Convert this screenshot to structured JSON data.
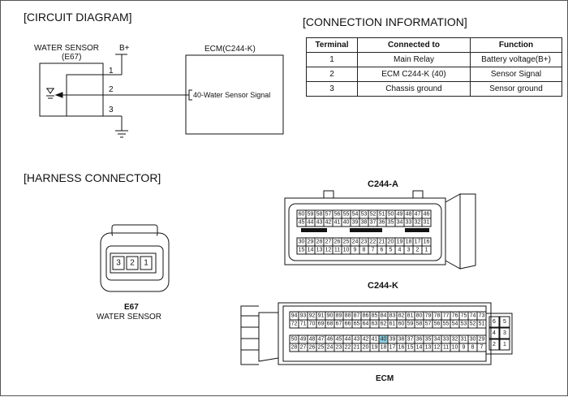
{
  "circuit": {
    "title": "[CIRCUIT DIAGRAM]",
    "sensor_name": "WATER SENSOR",
    "sensor_code": "(E67)",
    "bplus": "B+",
    "wire_nums": [
      "1",
      "2",
      "3"
    ],
    "ecm_title": "ECM(C244-K)",
    "ecm_signal": "40-Water Sensor Signal"
  },
  "connection": {
    "title": "[CONNECTION INFORMATION]",
    "headers": [
      "Terminal",
      "Connected to",
      "Function"
    ],
    "rows": [
      [
        "1",
        "Main Relay",
        "Battery voltage(B+)"
      ],
      [
        "2",
        "ECM C244-K (40)",
        "Sensor Signal"
      ],
      [
        "3",
        "Chassis ground",
        "Sensor ground"
      ]
    ]
  },
  "harness": {
    "title": "[HARNESS CONNECTOR]",
    "e67_pins": [
      "3",
      "2",
      "1"
    ],
    "e67_code": "E67",
    "e67_name": "WATER SENSOR",
    "c244a_title": "C244-A",
    "c244k_title": "C244-K",
    "ecm_label": "ECM",
    "c244a_rows": [
      [
        "60",
        "59",
        "58",
        "57",
        "56",
        "55",
        "54",
        "53",
        "52",
        "51",
        "50",
        "49",
        "48",
        "47",
        "46"
      ],
      [
        "45",
        "44",
        "43",
        "42",
        "41",
        "40",
        "39",
        "38",
        "37",
        "36",
        "35",
        "34",
        "33",
        "32",
        "31"
      ],
      [
        "30",
        "29",
        "28",
        "27",
        "26",
        "25",
        "24",
        "23",
        "22",
        "21",
        "20",
        "19",
        "18",
        "17",
        "16"
      ],
      [
        "15",
        "14",
        "13",
        "12",
        "11",
        "10",
        "9",
        "8",
        "7",
        "6",
        "5",
        "4",
        "3",
        "2",
        "1"
      ]
    ],
    "c244k_rows": [
      [
        "94",
        "93",
        "92",
        "91",
        "90",
        "89",
        "88",
        "87",
        "86",
        "85",
        "84",
        "83",
        "82",
        "81",
        "80",
        "79",
        "78",
        "77",
        "76",
        "75",
        "74",
        "73"
      ],
      [
        "72",
        "71",
        "70",
        "69",
        "68",
        "67",
        "66",
        "65",
        "64",
        "63",
        "62",
        "61",
        "60",
        "59",
        "58",
        "57",
        "56",
        "55",
        "54",
        "53",
        "52",
        "51"
      ],
      [
        "50",
        "49",
        "48",
        "47",
        "46",
        "45",
        "44",
        "43",
        "42",
        "41",
        "40",
        "39",
        "38",
        "37",
        "36",
        "35",
        "34",
        "33",
        "32",
        "31",
        "30",
        "29"
      ],
      [
        "28",
        "27",
        "26",
        "25",
        "24",
        "23",
        "22",
        "21",
        "20",
        "19",
        "18",
        "17",
        "16",
        "15",
        "14",
        "13",
        "12",
        "11",
        "10",
        "9",
        "8",
        "7"
      ]
    ],
    "c244k_side": [
      [
        "6",
        "5"
      ],
      [
        "4",
        "3"
      ],
      [
        "2",
        "1"
      ]
    ],
    "highlight_pin": "40",
    "highlight_color": "#8fcfe0"
  }
}
